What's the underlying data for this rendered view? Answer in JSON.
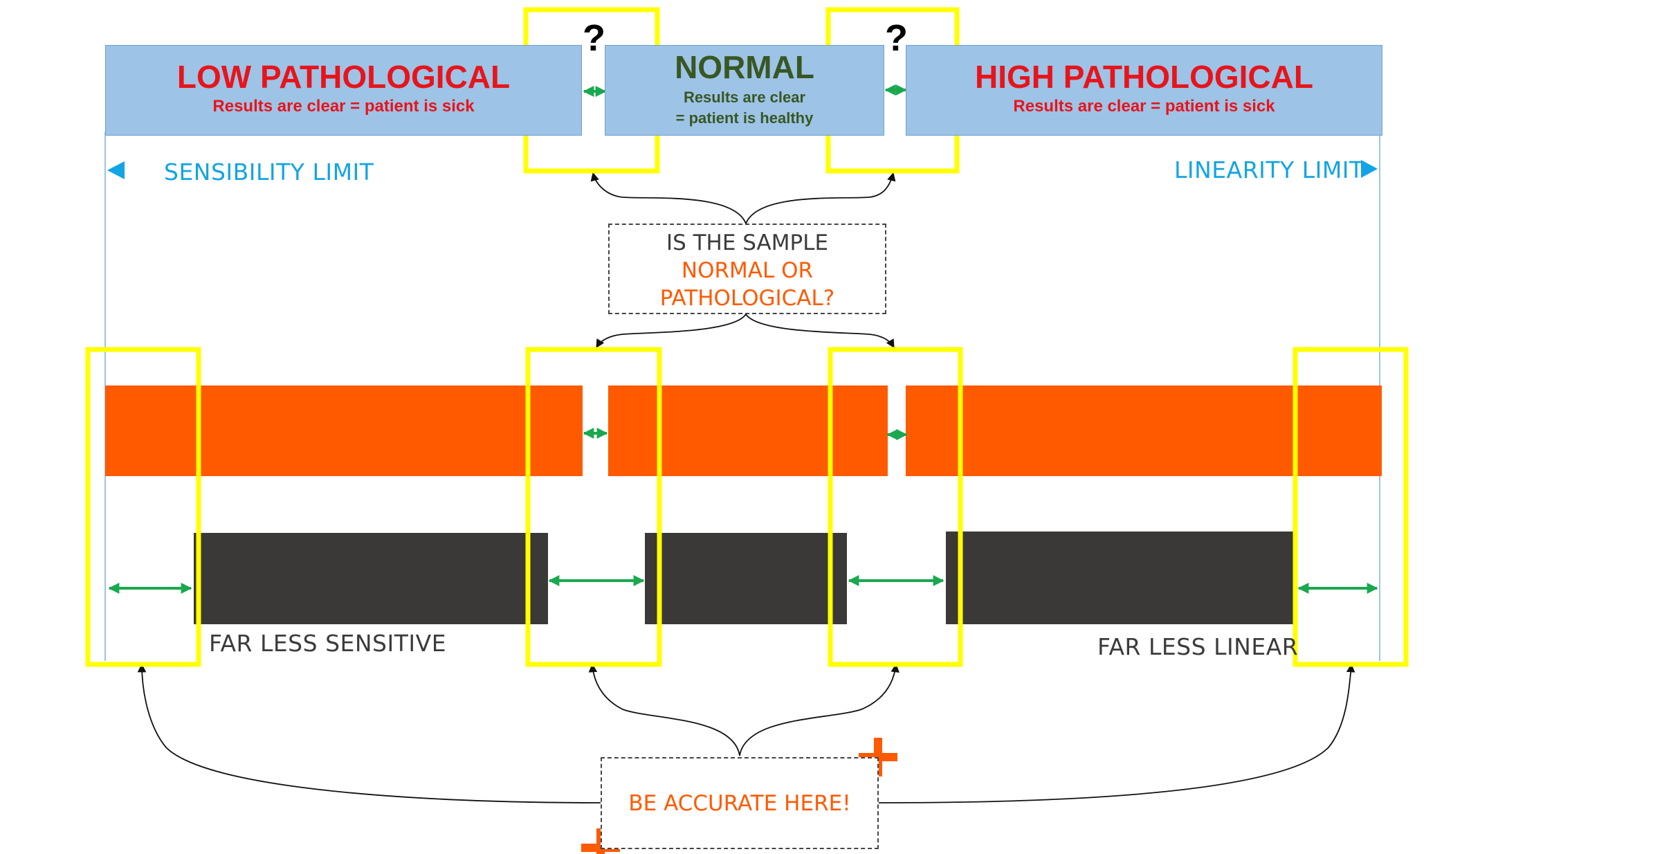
{
  "bands": {
    "low": {
      "title": "LOW PATHOLOGICAL",
      "subtitle": "Results are clear = patient is sick"
    },
    "normal": {
      "title": "NORMAL",
      "subtitle_line1": "Results are clear",
      "subtitle_line2": "= patient is healthy"
    },
    "high": {
      "title": "HIGH PATHOLOGICAL",
      "subtitle": "Results are clear = patient is sick"
    }
  },
  "question_marks": [
    "?",
    "?"
  ],
  "limits": {
    "left": "SENSIBILITY LIMIT",
    "right": "LINEARITY LIMIT"
  },
  "question_box": {
    "line1": "IS THE SAMPLE",
    "line2": "NORMAL OR",
    "line3": "PATHOLOGICAL?"
  },
  "notes": {
    "sensitive": "FAR LESS SENSITIVE",
    "linear": "FAR LESS LINEAR"
  },
  "accurate_box": {
    "label": "BE ACCURATE HERE!"
  },
  "colors": {
    "band_fill": "#9dc3e6",
    "orange_bar": "#ff5a00",
    "dark_bar": "#3b3938",
    "highlight_yellow": "#ffff00",
    "double_arrow": "#1aa84f",
    "limit_text": "#12a4e4",
    "pathological_text": "#e8141b",
    "normal_text": "#385723"
  },
  "icons": [
    "left-triangle-icon",
    "right-triangle-icon",
    "double-arrow-icon",
    "plus-icon",
    "curved-arrow-icon"
  ]
}
